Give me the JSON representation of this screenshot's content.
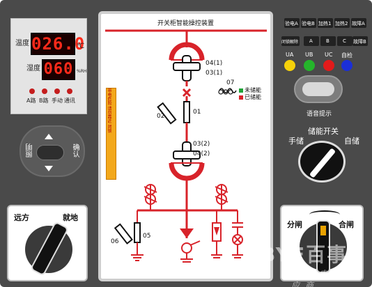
{
  "meter": {
    "temp_label": "温度",
    "temp_value": "026.0",
    "temp_unit": "℃",
    "humid_label": "湿度",
    "humid_value": "060",
    "humid_unit": "%RH",
    "buttons": [
      {
        "label": "A路"
      },
      {
        "label": "B路"
      },
      {
        "label": "手动"
      },
      {
        "label": "通讯"
      }
    ]
  },
  "nav": {
    "left_label": "照明",
    "right_label": "确认"
  },
  "screen": {
    "title": "开关柜智能操控装置",
    "labels": {
      "sw0401": "04(1)",
      "sw0301": "03(1)",
      "sw07": "07",
      "sw02": "02",
      "sw01": "01",
      "sw0302": "03(2)",
      "sw0402": "04(2)",
      "sw06": "06",
      "sw05": "05"
    },
    "legend": {
      "not_stored": "未储能",
      "stored": "已储能"
    },
    "warning_text": "带电危险 请勿靠近 闭锁",
    "colors": {
      "bus": "#d8232a",
      "green": "#1fa336",
      "gray": "#8f8f8f"
    }
  },
  "indicators": {
    "row1": [
      "验电A",
      "验电B",
      "加热1",
      "加热2",
      "故障A"
    ],
    "row2": [
      "闭锁解除",
      "A",
      "B",
      "C",
      "故障B"
    ],
    "row3": [
      {
        "label": "UA",
        "color": "#f5d10a"
      },
      {
        "label": "UB",
        "color": "#25b52b"
      },
      {
        "label": "UC",
        "color": "#e21b1b"
      },
      {
        "label": "自检",
        "color": "#1b2fd8"
      }
    ]
  },
  "voice": {
    "label": "语音提示"
  },
  "energy_switch": {
    "title": "储能开关",
    "left": "手储",
    "right": "自储"
  },
  "remote_switch": {
    "left": "远方",
    "right": "就地"
  },
  "breaker_switch": {
    "left": "分闸",
    "right": "合闸"
  },
  "watermark": {
    "brand": "BYF百事",
    "sub": "中国电气供应商"
  }
}
